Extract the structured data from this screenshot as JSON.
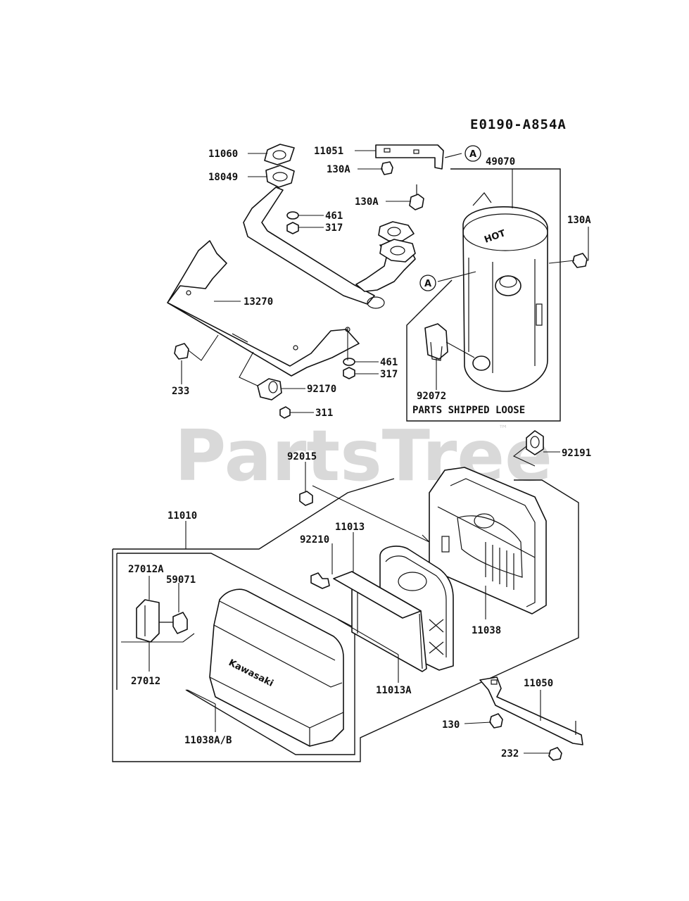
{
  "diagram": {
    "code": "E0190-A854A",
    "note": "PARTS SHIPPED LOOSE",
    "watermark": "PartsTree",
    "trademark": "™",
    "callout": "A",
    "emblems": {
      "hot": "HOT",
      "brand": "Kawasaki"
    },
    "labels": {
      "p11060": "11060",
      "p11051": "11051",
      "p18049": "18049",
      "p130a_1": "130A",
      "p130a_2": "130A",
      "p130a_3": "130A",
      "p461_1": "461",
      "p317_1": "317",
      "p49070": "49070",
      "p13270": "13270",
      "p233": "233",
      "p461_2": "461",
      "p317_2": "317",
      "p92170": "92170",
      "p311": "311",
      "p92072": "92072",
      "p92015": "92015",
      "p92191": "92191",
      "p11010": "11010",
      "p11013": "11013",
      "p92210": "92210",
      "p27012a": "27012A",
      "p59071": "59071",
      "p27012": "27012",
      "p11038": "11038",
      "p11013a": "11013A",
      "p11050": "11050",
      "p130": "130",
      "p232": "232",
      "p11038ab": "11038A/B"
    }
  }
}
